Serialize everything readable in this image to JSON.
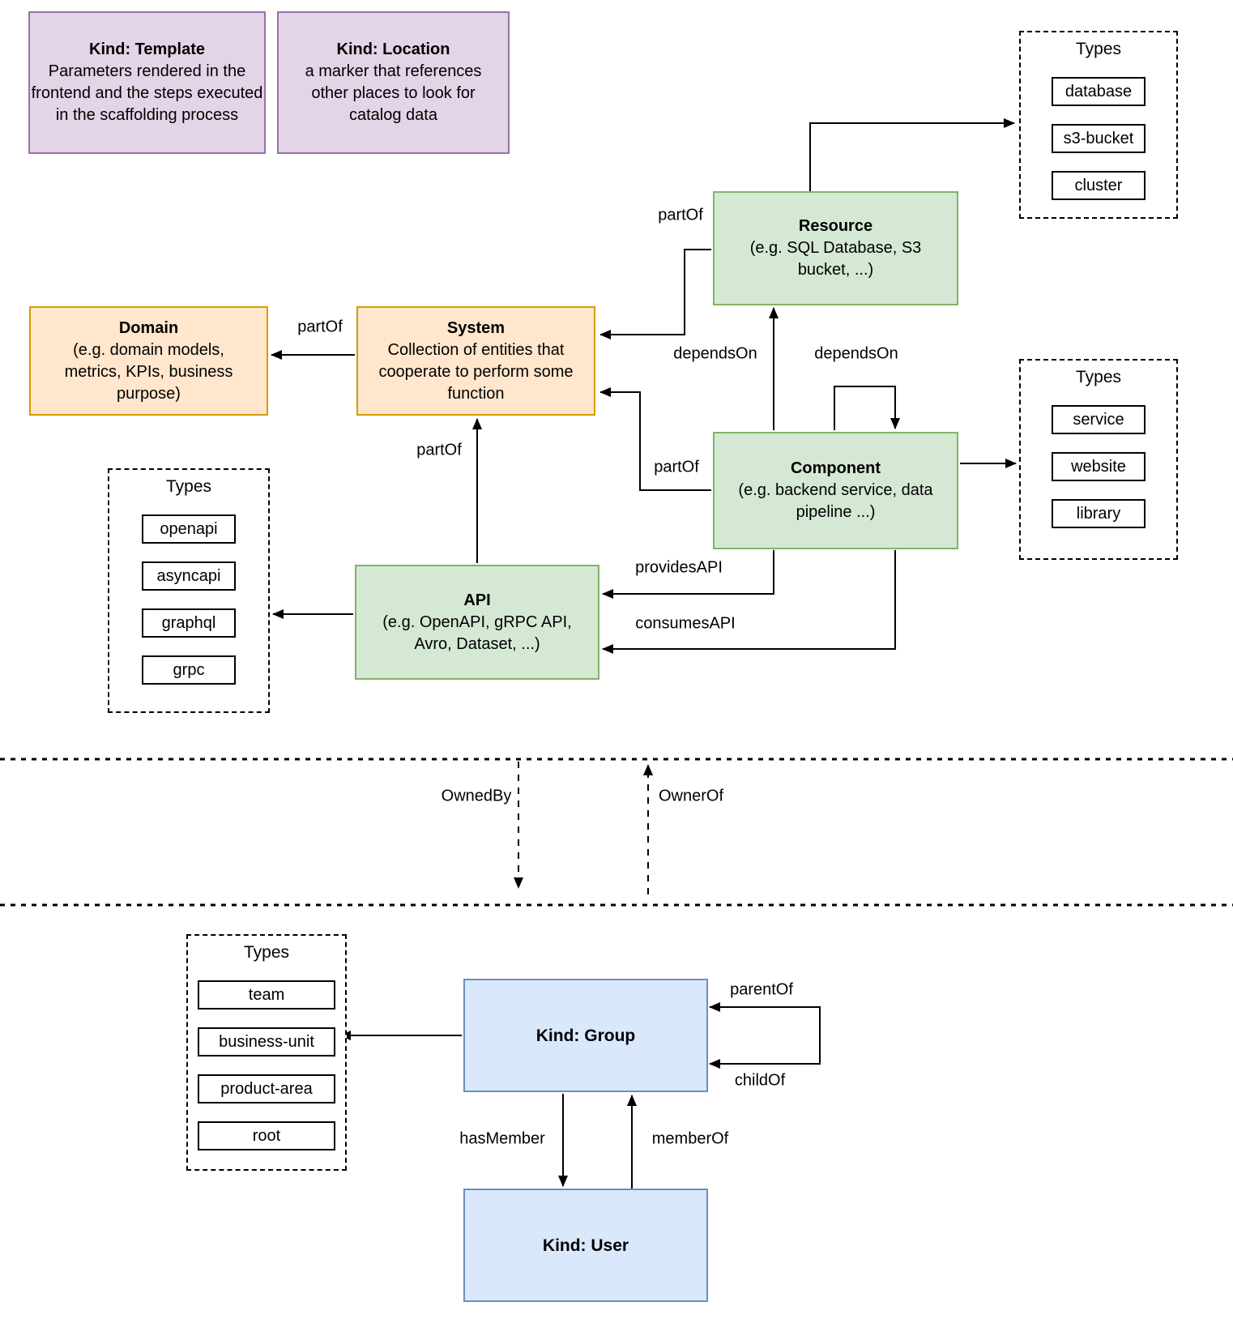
{
  "colors": {
    "purple-fill": "#E1D5E7",
    "purple-stroke": "#9673A6",
    "green-fill": "#D5E8D4",
    "green-stroke": "#82B366",
    "orange-fill": "#FFE6CC",
    "orange-stroke": "#D79B00",
    "blue-fill": "#DAE8FC",
    "blue-stroke": "#6C8EBF",
    "line": "#000000",
    "canvas": "#FFFFFF"
  },
  "nodes": {
    "template": {
      "title": "Kind: Template",
      "description": "Parameters rendered in the frontend and the steps executed in  the scaffolding process"
    },
    "location": {
      "title": "Kind: Location",
      "description": "a marker that references other places to look for catalog data"
    },
    "resource": {
      "title": "Resource",
      "description": "(e.g. SQL Database, S3 bucket, ...)"
    },
    "domain": {
      "title": "Domain",
      "description": "(e.g.  domain models, metrics, KPIs, business purpose)"
    },
    "system": {
      "title": "System",
      "description": "Collection of entities that cooperate to perform some function"
    },
    "component": {
      "title": "Component",
      "description": "(e.g. backend service, data pipeline ...)"
    },
    "api": {
      "title": "API",
      "description": "(e.g. OpenAPI, gRPC API, Avro, Dataset, ...)"
    },
    "group": {
      "title": "Kind: Group"
    },
    "user": {
      "title": "Kind: User"
    }
  },
  "type_panels": {
    "resource": {
      "title": "Types",
      "items": [
        "database",
        "s3-bucket",
        "cluster"
      ]
    },
    "component": {
      "title": "Types",
      "items": [
        "service",
        "website",
        "library"
      ]
    },
    "api": {
      "title": "Types",
      "items": [
        "openapi",
        "asyncapi",
        "graphql",
        "grpc"
      ]
    },
    "group": {
      "title": "Types",
      "items": [
        "team",
        "business-unit",
        "product-area",
        "root"
      ]
    }
  },
  "edges": {
    "resource_part_of": "partOf",
    "system_part_of": "partOf",
    "component_part_of": "partOf",
    "api_part_of": "partOf",
    "component_depends_on_resource": "dependsOn",
    "component_depends_on_self": "dependsOn",
    "provides_api": "providesAPI",
    "consumes_api": "consumesAPI",
    "owned_by": "OwnedBy",
    "owner_of": "OwnerOf",
    "parent_of": "parentOf",
    "child_of": "childOf",
    "has_member": "hasMember",
    "member_of": "memberOf"
  }
}
